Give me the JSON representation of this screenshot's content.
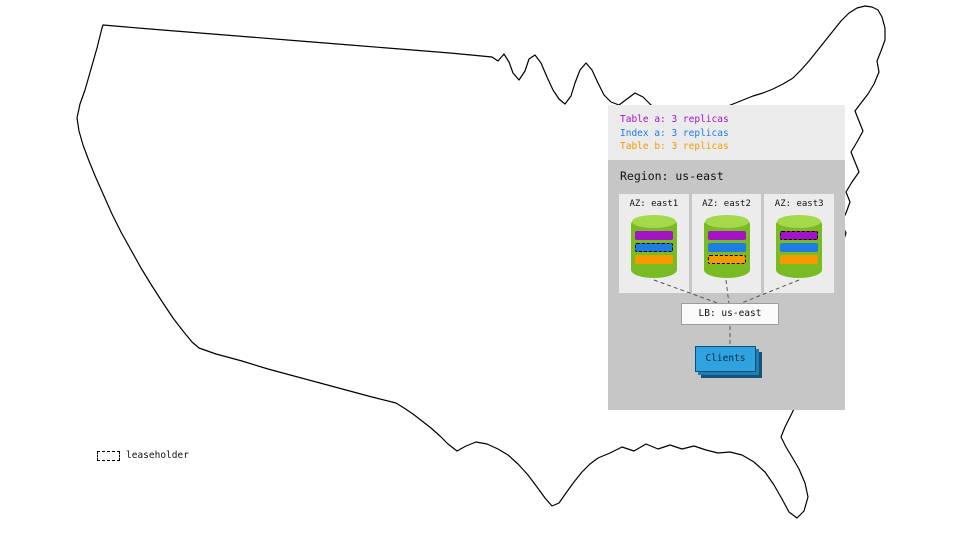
{
  "legend": {
    "items": [
      {
        "label": "Table a: 3 replicas",
        "color": "#a315c4"
      },
      {
        "label": "Index a: 3 replicas",
        "color": "#1e7de5"
      },
      {
        "label": "Table b: 3 replicas",
        "color": "#f59a00"
      }
    ]
  },
  "region": {
    "title": "Region: us-east",
    "azs": [
      {
        "label": "AZ: east1",
        "replicas": [
          {
            "name": "table-a",
            "color": "#a315c4",
            "leaseholder": false
          },
          {
            "name": "index-a",
            "color": "#1e7de5",
            "leaseholder": true
          },
          {
            "name": "table-b",
            "color": "#f59a00",
            "leaseholder": false
          }
        ]
      },
      {
        "label": "AZ: east2",
        "replicas": [
          {
            "name": "table-a",
            "color": "#a315c4",
            "leaseholder": false
          },
          {
            "name": "index-a",
            "color": "#1e7de5",
            "leaseholder": false
          },
          {
            "name": "table-b",
            "color": "#f59a00",
            "leaseholder": true
          }
        ]
      },
      {
        "label": "AZ: east3",
        "replicas": [
          {
            "name": "table-a",
            "color": "#a315c4",
            "leaseholder": true
          },
          {
            "name": "index-a",
            "color": "#1e7de5",
            "leaseholder": false
          },
          {
            "name": "table-b",
            "color": "#f59a00",
            "leaseholder": false
          }
        ]
      }
    ],
    "load_balancer": {
      "label": "LB: us-east"
    },
    "clients": {
      "label": "Clients"
    }
  },
  "map_legend": {
    "label": "leaseholder"
  },
  "colors": {
    "cylinder_body": "#79bb23",
    "cylinder_top": "#a5d84a",
    "panel_header_bg": "#ebebeb",
    "region_bg": "#c6c6c6",
    "az_bg": "#ececec",
    "clients_blue": "#2fa3e0"
  }
}
